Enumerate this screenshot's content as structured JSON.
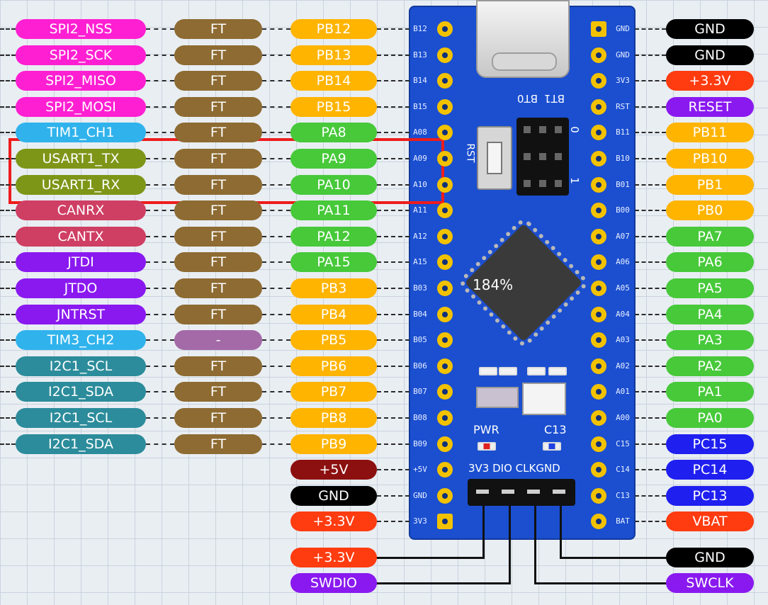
{
  "colors": {
    "spi": "#ff1fd2",
    "ft": "#8d6b32",
    "ft_dash": "#a46aa8",
    "port_b": "#ffb400",
    "port_a": "#47c93a",
    "tim": "#30b3ec",
    "usart": "#7d9618",
    "can": "#cf3e63",
    "jtag": "#8a19f0",
    "i2c": "#2c8c9b",
    "power_5v": "#8c1010",
    "gnd": "#000000",
    "power_3v3": "#ff3b10",
    "reset": "#8a19f0",
    "port_c": "#1f1ff0",
    "vbat": "#ff3b10",
    "swd": "#8a19f0",
    "board": "#1b4fd0",
    "pad": "#f2c200",
    "highlight": "#ee1c1c"
  },
  "left_rows": [
    {
      "func": "SPI2_NSS",
      "func_color": "spi",
      "ft": "FT",
      "port": "PB12",
      "port_color": "port_b",
      "pin": "B12"
    },
    {
      "func": "SPI2_SCK",
      "func_color": "spi",
      "ft": "FT",
      "port": "PB13",
      "port_color": "port_b",
      "pin": "B13"
    },
    {
      "func": "SPI2_MISO",
      "func_color": "spi",
      "ft": "FT",
      "port": "PB14",
      "port_color": "port_b",
      "pin": "B14"
    },
    {
      "func": "SPI2_MOSI",
      "func_color": "spi",
      "ft": "FT",
      "port": "PB15",
      "port_color": "port_b",
      "pin": "B15"
    },
    {
      "func": "TIM1_CH1",
      "func_color": "tim",
      "ft": "FT",
      "port": "PA8",
      "port_color": "port_a",
      "pin": "A08"
    },
    {
      "func": "USART1_TX",
      "func_color": "usart",
      "ft": "FT",
      "port": "PA9",
      "port_color": "port_a",
      "pin": "A09"
    },
    {
      "func": "USART1_RX",
      "func_color": "usart",
      "ft": "FT",
      "port": "PA10",
      "port_color": "port_a",
      "pin": "A10"
    },
    {
      "func": "CANRX",
      "func_color": "can",
      "ft": "FT",
      "port": "PA11",
      "port_color": "port_a",
      "pin": "A11"
    },
    {
      "func": "CANTX",
      "func_color": "can",
      "ft": "FT",
      "port": "PA12",
      "port_color": "port_a",
      "pin": "A12"
    },
    {
      "func": "JTDI",
      "func_color": "jtag",
      "ft": "FT",
      "port": "PA15",
      "port_color": "port_a",
      "pin": "A15"
    },
    {
      "func": "JTDO",
      "func_color": "jtag",
      "ft": "FT",
      "port": "PB3",
      "port_color": "port_b",
      "pin": "B03"
    },
    {
      "func": "JNTRST",
      "func_color": "jtag",
      "ft": "FT",
      "port": "PB4",
      "port_color": "port_b",
      "pin": "B04"
    },
    {
      "func": "TIM3_CH2",
      "func_color": "tim",
      "ft": "-",
      "port": "PB5",
      "port_color": "port_b",
      "pin": "B05"
    },
    {
      "func": "I2C1_SCL",
      "func_color": "i2c",
      "ft": "FT",
      "port": "PB6",
      "port_color": "port_b",
      "pin": "B06"
    },
    {
      "func": "I2C1_SDA",
      "func_color": "i2c",
      "ft": "FT",
      "port": "PB7",
      "port_color": "port_b",
      "pin": "B07"
    },
    {
      "func": "I2C1_SCL",
      "func_color": "i2c",
      "ft": "FT",
      "port": "PB8",
      "port_color": "port_b",
      "pin": "B08"
    },
    {
      "func": "I2C1_SDA",
      "func_color": "i2c",
      "ft": "FT",
      "port": "PB9",
      "port_color": "port_b",
      "pin": "B09"
    }
  ],
  "left_power": [
    {
      "label": "+5V",
      "color": "power_5v",
      "pin": "+5V"
    },
    {
      "label": "GND",
      "color": "gnd",
      "pin": "GND"
    },
    {
      "label": "+3.3V",
      "color": "power_3v3",
      "pin": "3V3"
    }
  ],
  "right_rows": [
    {
      "label": "GND",
      "color": "gnd",
      "pin": "GND"
    },
    {
      "label": "GND",
      "color": "gnd",
      "pin": "GND"
    },
    {
      "label": "+3.3V",
      "color": "power_3v3",
      "pin": "3V3"
    },
    {
      "label": "RESET",
      "color": "reset",
      "pin": "RST"
    },
    {
      "label": "PB11",
      "color": "port_b",
      "pin": "B11"
    },
    {
      "label": "PB10",
      "color": "port_b",
      "pin": "B10"
    },
    {
      "label": "PB1",
      "color": "port_b",
      "pin": "B01"
    },
    {
      "label": "PB0",
      "color": "port_b",
      "pin": "B00"
    },
    {
      "label": "PA7",
      "color": "port_a",
      "pin": "A07"
    },
    {
      "label": "PA6",
      "color": "port_a",
      "pin": "A06"
    },
    {
      "label": "PA5",
      "color": "port_a",
      "pin": "A05"
    },
    {
      "label": "PA4",
      "color": "port_a",
      "pin": "A04"
    },
    {
      "label": "PA3",
      "color": "port_a",
      "pin": "A03"
    },
    {
      "label": "PA2",
      "color": "port_a",
      "pin": "A02"
    },
    {
      "label": "PA1",
      "color": "port_a",
      "pin": "A01"
    },
    {
      "label": "PA0",
      "color": "port_a",
      "pin": "A00"
    },
    {
      "label": "PC15",
      "color": "port_c",
      "pin": "C15"
    },
    {
      "label": "PC14",
      "color": "port_c",
      "pin": "C14"
    },
    {
      "label": "PC13",
      "color": "port_c",
      "pin": "C13"
    },
    {
      "label": "VBAT",
      "color": "vbat",
      "pin": "BAT"
    }
  ],
  "swd_bottom": [
    {
      "label": "+3.3V",
      "color": "power_3v3"
    },
    {
      "label": "SWDIO",
      "color": "swd"
    },
    {
      "label": "GND",
      "color": "gnd"
    },
    {
      "label": "SWCLK",
      "color": "swd"
    }
  ],
  "board": {
    "silk_rst": "RST",
    "silk_bt0": "BT0",
    "silk_bt1": "BT1",
    "silk_0": "0",
    "silk_1": "1",
    "silk_pwr": "PWR",
    "silk_c13": "C13",
    "swd_header_labels": "3V3 DIO CLKGND",
    "zoom_overlay": "184%"
  }
}
